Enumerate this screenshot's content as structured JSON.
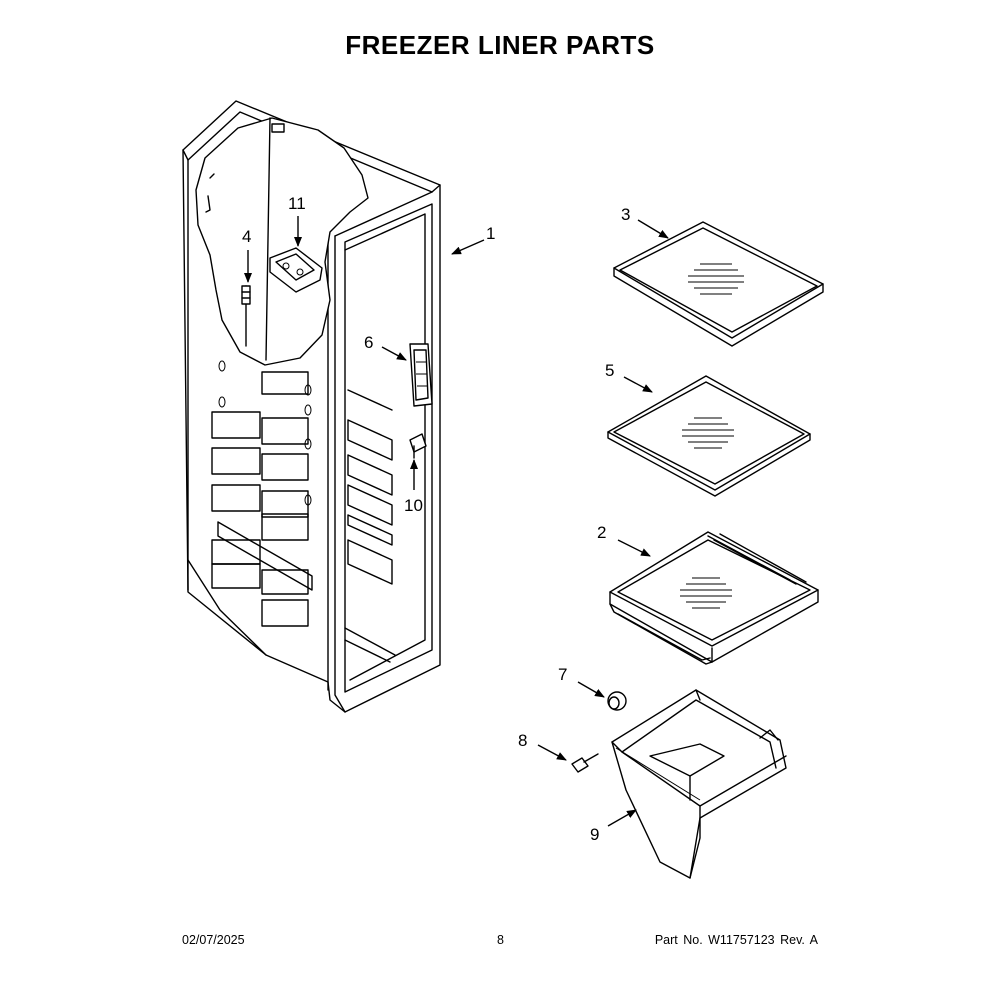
{
  "title": "FREEZER LINER PARTS",
  "callouts": [
    {
      "id": "1",
      "label": "1"
    },
    {
      "id": "2",
      "label": "2"
    },
    {
      "id": "3",
      "label": "3"
    },
    {
      "id": "4",
      "label": "4"
    },
    {
      "id": "5",
      "label": "5"
    },
    {
      "id": "6",
      "label": "6"
    },
    {
      "id": "7",
      "label": "7"
    },
    {
      "id": "8",
      "label": "8"
    },
    {
      "id": "9",
      "label": "9"
    },
    {
      "id": "10",
      "label": "10"
    },
    {
      "id": "11",
      "label": "11"
    }
  ],
  "footer": {
    "date": "02/07/2025",
    "page": "8",
    "part_no": "Part No.  W11757123  Rev.  A"
  }
}
